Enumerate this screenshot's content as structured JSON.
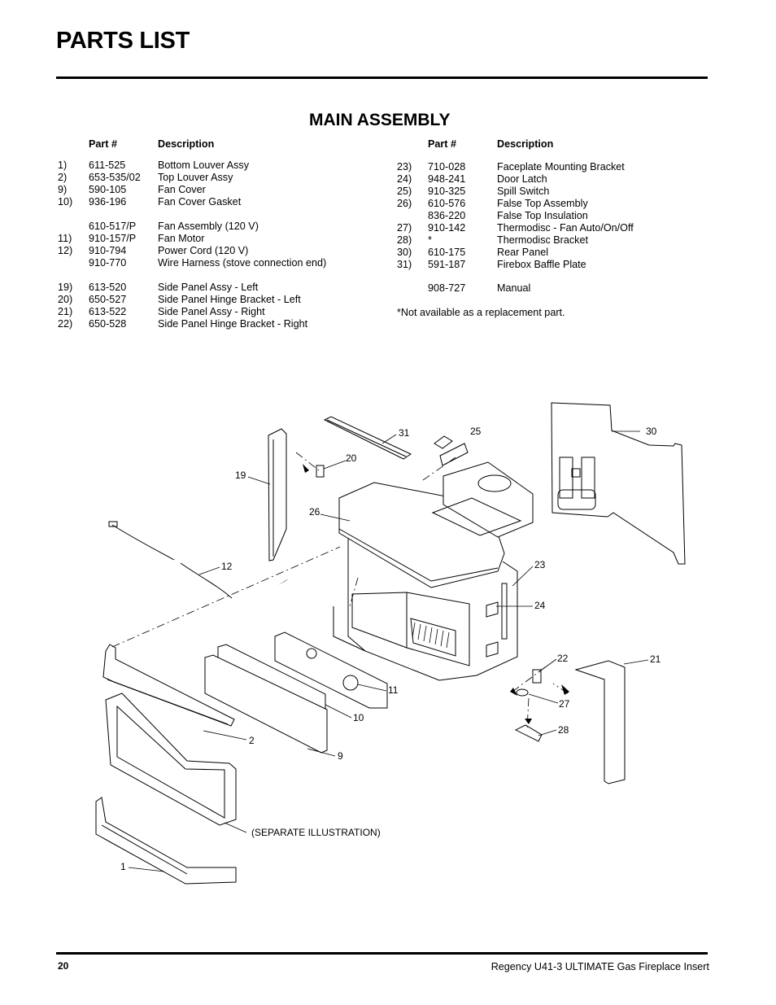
{
  "header": {
    "title": "PARTS LIST"
  },
  "section": {
    "title": "MAIN ASSEMBLY"
  },
  "table_headers": {
    "part": "Part #",
    "description": "Description"
  },
  "left_parts": [
    {
      "num": "1)",
      "part": "611-525",
      "desc": "Bottom Louver Assy"
    },
    {
      "num": "2)",
      "part": "653-535/02",
      "desc": "Top Louver Assy"
    },
    {
      "num": "9)",
      "part": "590-105",
      "desc": "Fan Cover"
    },
    {
      "num": "10)",
      "part": "936-196",
      "desc": "Fan Cover Gasket"
    },
    {
      "num": "",
      "part": "610-517/P",
      "desc": "Fan Assembly (120 V)"
    },
    {
      "num": "11)",
      "part": "910-157/P",
      "desc": "Fan Motor"
    },
    {
      "num": "12)",
      "part": "910-794",
      "desc": "Power Cord (120 V)"
    },
    {
      "num": "",
      "part": "910-770",
      "desc": "Wire Harness (stove connection end)"
    },
    {
      "num": "19)",
      "part": "613-520",
      "desc": "Side Panel Assy - Left"
    },
    {
      "num": "20)",
      "part": "650-527",
      "desc": "Side Panel Hinge Bracket - Left"
    },
    {
      "num": "21)",
      "part": "613-522",
      "desc": "Side Panel Assy - Right"
    },
    {
      "num": "22)",
      "part": "650-528",
      "desc": "Side Panel Hinge Bracket - Right"
    }
  ],
  "right_parts": [
    {
      "num": "23)",
      "part": "710-028",
      "desc": "Faceplate Mounting Bracket"
    },
    {
      "num": "24)",
      "part": "948-241",
      "desc": "Door Latch"
    },
    {
      "num": "25)",
      "part": "910-325",
      "desc": "Spill Switch"
    },
    {
      "num": "26)",
      "part": "610-576",
      "desc": "False Top Assembly"
    },
    {
      "num": "",
      "part": "836-220",
      "desc": "False Top Insulation"
    },
    {
      "num": "27)",
      "part": "910-142",
      "desc": "Thermodisc - Fan Auto/On/Off"
    },
    {
      "num": "28)",
      "part": "*",
      "desc": "Thermodisc Bracket"
    },
    {
      "num": "30)",
      "part": "610-175",
      "desc": "Rear Panel"
    },
    {
      "num": "31)",
      "part": "591-187",
      "desc": "Firebox Baffle Plate"
    },
    {
      "num": "",
      "part": "908-727",
      "desc": "Manual"
    }
  ],
  "footnote": "*Not available as a replacement part.",
  "diagram": {
    "callouts": [
      "31",
      "25",
      "30",
      "20",
      "19",
      "26",
      "12",
      "23",
      "24",
      "22",
      "21",
      "11",
      "27",
      "10",
      "28",
      "2",
      "9",
      "1"
    ],
    "separate_label": "(SEPARATE ILLUSTRATION)"
  },
  "footer": {
    "page_number": "20",
    "text": "Regency U41-3 ULTIMATE Gas Fireplace Insert"
  }
}
